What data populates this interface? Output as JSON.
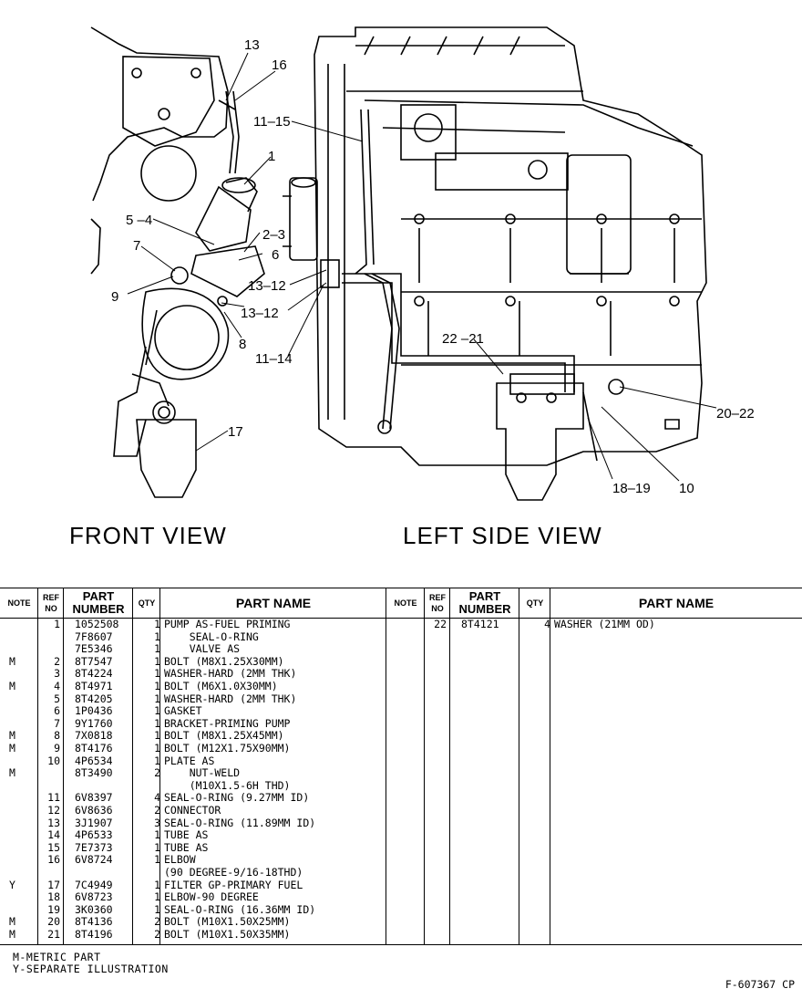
{
  "views": {
    "front": "FRONT VIEW",
    "left_side": "LEFT SIDE VIEW"
  },
  "callouts": {
    "front": [
      "13",
      "16",
      "11–15",
      "1",
      "5 –4",
      "2–3",
      "7",
      "6",
      "9",
      "13–12",
      "13–12",
      "8",
      "11–14",
      "17"
    ],
    "side": [
      "22 –21",
      "20–22",
      "18–19",
      "10"
    ]
  },
  "table": {
    "headers": {
      "note": "NOTE",
      "ref": "REF NO",
      "part_number": "PART NUMBER",
      "qty": "QTY",
      "part_name": "PART NAME"
    },
    "left_rows": [
      {
        "note": "",
        "ref": "1",
        "part": "1052508",
        "qty": "1",
        "name": "PUMP AS-FUEL PRIMING"
      },
      {
        "note": "",
        "ref": "",
        "part": "7F8607",
        "qty": "1",
        "name": "    SEAL-O-RING"
      },
      {
        "note": "",
        "ref": "",
        "part": "7E5346",
        "qty": "1",
        "name": "    VALVE AS"
      },
      {
        "note": "M",
        "ref": "2",
        "part": "8T7547",
        "qty": "1",
        "name": "BOLT (M8X1.25X30MM)"
      },
      {
        "note": "",
        "ref": "3",
        "part": "8T4224",
        "qty": "1",
        "name": "WASHER-HARD (2MM THK)"
      },
      {
        "note": "M",
        "ref": "4",
        "part": "8T4971",
        "qty": "1",
        "name": "BOLT (M6X1.0X30MM)"
      },
      {
        "note": "",
        "ref": "5",
        "part": "8T4205",
        "qty": "1",
        "name": "WASHER-HARD (2MM THK)"
      },
      {
        "note": "",
        "ref": "6",
        "part": "1P0436",
        "qty": "1",
        "name": "GASKET"
      },
      {
        "note": "",
        "ref": "7",
        "part": "9Y1760",
        "qty": "1",
        "name": "BRACKET-PRIMING PUMP"
      },
      {
        "note": "M",
        "ref": "8",
        "part": "7X0818",
        "qty": "1",
        "name": "BOLT (M8X1.25X45MM)"
      },
      {
        "note": "M",
        "ref": "9",
        "part": "8T4176",
        "qty": "1",
        "name": "BOLT (M12X1.75X90MM)"
      },
      {
        "note": "",
        "ref": "10",
        "part": "4P6534",
        "qty": "1",
        "name": "PLATE AS"
      },
      {
        "note": "M",
        "ref": "",
        "part": "8T3490",
        "qty": "2",
        "name": "    NUT-WELD"
      },
      {
        "note": "",
        "ref": "",
        "part": "",
        "qty": "",
        "name": "    (M10X1.5-6H THD)"
      },
      {
        "note": "",
        "ref": "11",
        "part": "6V8397",
        "qty": "4",
        "name": "SEAL-O-RING (9.27MM ID)"
      },
      {
        "note": "",
        "ref": "12",
        "part": "6V8636",
        "qty": "2",
        "name": "CONNECTOR"
      },
      {
        "note": "",
        "ref": "13",
        "part": "3J1907",
        "qty": "3",
        "name": "SEAL-O-RING (11.89MM ID)"
      },
      {
        "note": "",
        "ref": "14",
        "part": "4P6533",
        "qty": "1",
        "name": "TUBE AS"
      },
      {
        "note": "",
        "ref": "15",
        "part": "7E7373",
        "qty": "1",
        "name": "TUBE AS"
      },
      {
        "note": "",
        "ref": "16",
        "part": "6V8724",
        "qty": "1",
        "name": "ELBOW"
      },
      {
        "note": "",
        "ref": "",
        "part": "",
        "qty": "",
        "name": "(90 DEGREE-9/16-18THD)"
      },
      {
        "note": "Y",
        "ref": "17",
        "part": "7C4949",
        "qty": "1",
        "name": "FILTER GP-PRIMARY FUEL"
      },
      {
        "note": "",
        "ref": "18",
        "part": "6V8723",
        "qty": "1",
        "name": "ELBOW-90 DEGREE"
      },
      {
        "note": "",
        "ref": "19",
        "part": "3K0360",
        "qty": "1",
        "name": "SEAL-O-RING (16.36MM ID)"
      },
      {
        "note": "M",
        "ref": "20",
        "part": "8T4136",
        "qty": "2",
        "name": "BOLT (M10X1.50X25MM)"
      },
      {
        "note": "M",
        "ref": "21",
        "part": "8T4196",
        "qty": "2",
        "name": "BOLT (M10X1.50X35MM)"
      }
    ],
    "right_rows": [
      {
        "note": "",
        "ref": "22",
        "part": "8T4121",
        "qty": "4",
        "name": "WASHER (21MM OD)"
      }
    ]
  },
  "legend": {
    "metric": "M-METRIC PART",
    "separate": "Y-SEPARATE ILLUSTRATION"
  },
  "figure_id": "F-607367 CP"
}
